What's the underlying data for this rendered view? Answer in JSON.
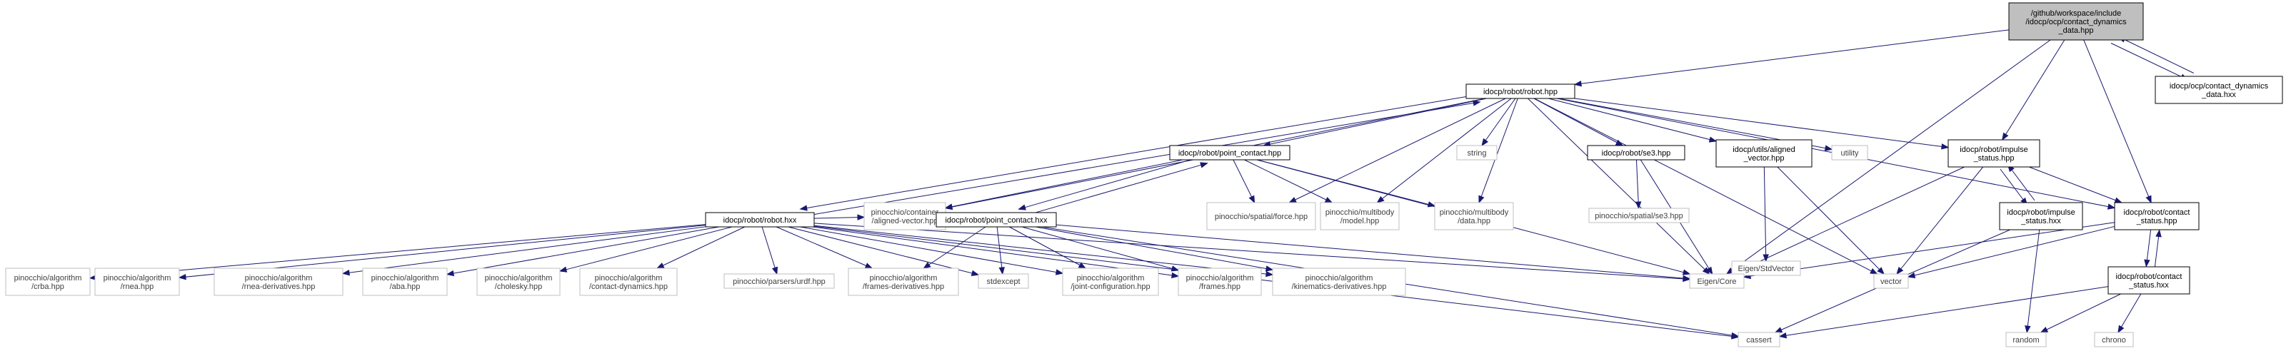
{
  "colors": {
    "edge": "#191970",
    "root_fill": "#bfbfbf",
    "node_fill": "#ffffff",
    "node_border": "#000000",
    "external_border": "#bfbfbf",
    "text": "#000000",
    "external_text": "#3f3f3f"
  },
  "nodes": [
    {
      "id": "root",
      "lines": [
        "/github/workspace/include",
        "/idocp/ocp/contact_dynamics",
        "_data.hpp"
      ],
      "kind": "root",
      "interactable": false
    },
    {
      "id": "cd_hxx",
      "lines": [
        "idocp/ocp/contact_dynamics",
        "_data.hxx"
      ],
      "kind": "file",
      "interactable": true
    },
    {
      "id": "robot_hpp",
      "lines": [
        "idocp/robot/robot.hpp"
      ],
      "kind": "file",
      "interactable": true
    },
    {
      "id": "pc_hpp",
      "lines": [
        "idocp/robot/point_contact.hpp"
      ],
      "kind": "file",
      "interactable": true
    },
    {
      "id": "string",
      "lines": [
        "string"
      ],
      "kind": "external",
      "interactable": false
    },
    {
      "id": "se3_hpp",
      "lines": [
        "idocp/robot/se3.hpp"
      ],
      "kind": "file",
      "interactable": true
    },
    {
      "id": "aligned_hpp",
      "lines": [
        "idocp/utils/aligned",
        "_vector.hpp"
      ],
      "kind": "file",
      "interactable": true
    },
    {
      "id": "utility",
      "lines": [
        "utility"
      ],
      "kind": "external",
      "interactable": false
    },
    {
      "id": "impulse_hpp",
      "lines": [
        "idocp/robot/impulse",
        "_status.hpp"
      ],
      "kind": "file",
      "interactable": true
    },
    {
      "id": "contact_hpp",
      "lines": [
        "idocp/robot/contact",
        "_status.hpp"
      ],
      "kind": "file",
      "interactable": true
    },
    {
      "id": "robot_hxx",
      "lines": [
        "idocp/robot/robot.hxx"
      ],
      "kind": "file",
      "interactable": true
    },
    {
      "id": "pin_aligned",
      "lines": [
        "pinocchio/container",
        "/aligned-vector.hpp"
      ],
      "kind": "external",
      "interactable": false
    },
    {
      "id": "pc_hxx",
      "lines": [
        "idocp/robot/point_contact.hxx"
      ],
      "kind": "file",
      "interactable": true
    },
    {
      "id": "pin_force",
      "lines": [
        "pinocchio/spatial/force.hpp"
      ],
      "kind": "external",
      "interactable": false
    },
    {
      "id": "pin_model",
      "lines": [
        "pinocchio/multibody",
        "/model.hpp"
      ],
      "kind": "external",
      "interactable": false
    },
    {
      "id": "pin_data",
      "lines": [
        "pinocchio/multibody",
        "/data.hpp"
      ],
      "kind": "external",
      "interactable": false
    },
    {
      "id": "pin_se3",
      "lines": [
        "pinocchio/spatial/se3.hpp"
      ],
      "kind": "external",
      "interactable": false
    },
    {
      "id": "eigen_stdvector",
      "lines": [
        "Eigen/StdVector"
      ],
      "kind": "external",
      "interactable": false
    },
    {
      "id": "impulse_hxx",
      "lines": [
        "idocp/robot/impulse",
        "_status.hxx"
      ],
      "kind": "file",
      "interactable": true
    },
    {
      "id": "contact_hxx",
      "lines": [
        "idocp/robot/contact",
        "_status.hxx"
      ],
      "kind": "file",
      "interactable": true
    },
    {
      "id": "pin_crba",
      "lines": [
        "pinocchio/algorithm",
        "/crba.hpp"
      ],
      "kind": "external",
      "interactable": false
    },
    {
      "id": "pin_rnea",
      "lines": [
        "pinocchio/algorithm",
        "/rnea.hpp"
      ],
      "kind": "external",
      "interactable": false
    },
    {
      "id": "pin_rnea_der",
      "lines": [
        "pinocchio/algorithm",
        "/rnea-derivatives.hpp"
      ],
      "kind": "external",
      "interactable": false
    },
    {
      "id": "pin_aba",
      "lines": [
        "pinocchio/algorithm",
        "/aba.hpp"
      ],
      "kind": "external",
      "interactable": false
    },
    {
      "id": "pin_chol",
      "lines": [
        "pinocchio/algorithm",
        "/cholesky.hpp"
      ],
      "kind": "external",
      "interactable": false
    },
    {
      "id": "pin_cdyn",
      "lines": [
        "pinocchio/algorithm",
        "/contact-dynamics.hpp"
      ],
      "kind": "external",
      "interactable": false
    },
    {
      "id": "pin_urdf",
      "lines": [
        "pinocchio/parsers/urdf.hpp"
      ],
      "kind": "external",
      "interactable": false
    },
    {
      "id": "pin_frames_der",
      "lines": [
        "pinocchio/algorithm",
        "/frames-derivatives.hpp"
      ],
      "kind": "external",
      "interactable": false
    },
    {
      "id": "stdexcept",
      "lines": [
        "stdexcept"
      ],
      "kind": "external",
      "interactable": false
    },
    {
      "id": "pin_joint",
      "lines": [
        "pinocchio/algorithm",
        "/joint-configuration.hpp"
      ],
      "kind": "external",
      "interactable": false
    },
    {
      "id": "pin_frames",
      "lines": [
        "pinocchio/algorithm",
        "/frames.hpp"
      ],
      "kind": "external",
      "interactable": false
    },
    {
      "id": "pin_kin_der",
      "lines": [
        "pinocchio/algorithm",
        "/kinematics-derivatives.hpp"
      ],
      "kind": "external",
      "interactable": false
    },
    {
      "id": "eigen_core",
      "lines": [
        "Eigen/Core"
      ],
      "kind": "external",
      "interactable": false
    },
    {
      "id": "vector",
      "lines": [
        "vector"
      ],
      "kind": "external",
      "interactable": false
    },
    {
      "id": "cassert",
      "lines": [
        "cassert"
      ],
      "kind": "external",
      "interactable": false
    },
    {
      "id": "random",
      "lines": [
        "random"
      ],
      "kind": "external",
      "interactable": false
    },
    {
      "id": "chrono",
      "lines": [
        "chrono"
      ],
      "kind": "external",
      "interactable": false
    }
  ],
  "edges": [
    {
      "from": "root",
      "to": "cd_hxx"
    },
    {
      "from": "cd_hxx",
      "to": "root"
    },
    {
      "from": "root",
      "to": "robot_hpp"
    },
    {
      "from": "root",
      "to": "impulse_hpp"
    },
    {
      "from": "root",
      "to": "contact_hpp"
    },
    {
      "from": "root",
      "to": "eigen_core"
    },
    {
      "from": "robot_hpp",
      "to": "pc_hpp"
    },
    {
      "from": "robot_hpp",
      "to": "string"
    },
    {
      "from": "robot_hpp",
      "to": "se3_hpp"
    },
    {
      "from": "robot_hpp",
      "to": "aligned_hpp"
    },
    {
      "from": "robot_hpp",
      "to": "utility"
    },
    {
      "from": "robot_hpp",
      "to": "impulse_hpp"
    },
    {
      "from": "robot_hpp",
      "to": "contact_hpp"
    },
    {
      "from": "robot_hpp",
      "to": "robot_hxx"
    },
    {
      "from": "robot_hxx",
      "to": "robot_hpp"
    },
    {
      "from": "robot_hpp",
      "to": "pin_aligned"
    },
    {
      "from": "robot_hpp",
      "to": "pin_force"
    },
    {
      "from": "robot_hpp",
      "to": "pin_model"
    },
    {
      "from": "robot_hpp",
      "to": "pin_data"
    },
    {
      "from": "robot_hpp",
      "to": "eigen_core"
    },
    {
      "from": "robot_hpp",
      "to": "vector"
    },
    {
      "from": "pc_hpp",
      "to": "pin_aligned"
    },
    {
      "from": "pc_hpp",
      "to": "pc_hxx"
    },
    {
      "from": "pc_hxx",
      "to": "pc_hpp"
    },
    {
      "from": "pc_hpp",
      "to": "pin_force"
    },
    {
      "from": "pc_hpp",
      "to": "pin_model"
    },
    {
      "from": "pc_hpp",
      "to": "pin_data"
    },
    {
      "from": "pc_hpp",
      "to": "eigen_core"
    },
    {
      "from": "se3_hpp",
      "to": "pin_se3"
    },
    {
      "from": "se3_hpp",
      "to": "eigen_core"
    },
    {
      "from": "aligned_hpp",
      "to": "eigen_stdvector"
    },
    {
      "from": "aligned_hpp",
      "to": "vector"
    },
    {
      "from": "impulse_hpp",
      "to": "eigen_core"
    },
    {
      "from": "impulse_hpp",
      "to": "vector"
    },
    {
      "from": "impulse_hpp",
      "to": "impulse_hxx"
    },
    {
      "from": "impulse_hxx",
      "to": "impulse_hpp"
    },
    {
      "from": "impulse_hpp",
      "to": "contact_hpp"
    },
    {
      "from": "impulse_hxx",
      "to": "random"
    },
    {
      "from": "impulse_hxx",
      "to": "cassert"
    },
    {
      "from": "contact_hpp",
      "to": "eigen_core"
    },
    {
      "from": "contact_hpp",
      "to": "vector"
    },
    {
      "from": "contact_hpp",
      "to": "contact_hxx"
    },
    {
      "from": "contact_hxx",
      "to": "contact_hpp"
    },
    {
      "from": "contact_hxx",
      "to": "cassert"
    },
    {
      "from": "contact_hxx",
      "to": "random"
    },
    {
      "from": "contact_hxx",
      "to": "chrono"
    },
    {
      "from": "robot_hxx",
      "to": "pin_crba"
    },
    {
      "from": "robot_hxx",
      "to": "pin_rnea"
    },
    {
      "from": "robot_hxx",
      "to": "pin_rnea_der"
    },
    {
      "from": "robot_hxx",
      "to": "pin_aba"
    },
    {
      "from": "robot_hxx",
      "to": "pin_chol"
    },
    {
      "from": "robot_hxx",
      "to": "pin_cdyn"
    },
    {
      "from": "robot_hxx",
      "to": "pin_urdf"
    },
    {
      "from": "robot_hxx",
      "to": "pin_frames_der"
    },
    {
      "from": "robot_hxx",
      "to": "stdexcept"
    },
    {
      "from": "robot_hxx",
      "to": "pin_joint"
    },
    {
      "from": "robot_hxx",
      "to": "pin_frames"
    },
    {
      "from": "robot_hxx",
      "to": "pin_kin_der"
    },
    {
      "from": "robot_hxx",
      "to": "eigen_core"
    },
    {
      "from": "robot_hxx",
      "to": "cassert"
    },
    {
      "from": "robot_hxx",
      "to": "pin_aligned"
    },
    {
      "from": "pc_hxx",
      "to": "pin_frames_der"
    },
    {
      "from": "pc_hxx",
      "to": "stdexcept"
    },
    {
      "from": "pc_hxx",
      "to": "pin_joint"
    },
    {
      "from": "pc_hxx",
      "to": "pin_frames"
    },
    {
      "from": "pc_hxx",
      "to": "pin_kin_der"
    },
    {
      "from": "pc_hxx",
      "to": "eigen_core"
    },
    {
      "from": "pc_hxx",
      "to": "cassert"
    }
  ]
}
